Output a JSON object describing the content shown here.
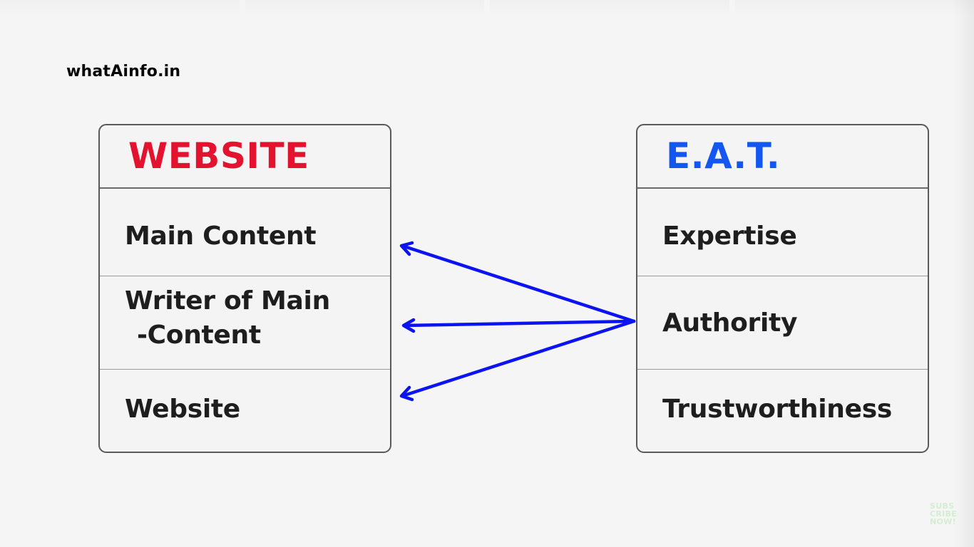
{
  "brand": "whatAinfo.in",
  "website_card": {
    "title": "WEBSITE",
    "rows": [
      {
        "lines": [
          "Main Content"
        ]
      },
      {
        "lines": [
          "Writer of Main",
          "-Content"
        ]
      },
      {
        "lines": [
          "Website"
        ]
      }
    ]
  },
  "eat_card": {
    "title": "E.A.T.",
    "rows": [
      {
        "lines": [
          "Expertise"
        ]
      },
      {
        "lines": [
          "Authority"
        ]
      },
      {
        "lines": [
          "Trustworthiness"
        ]
      }
    ]
  },
  "connectors": [
    {
      "from": "Authority",
      "to": "Main Content"
    },
    {
      "from": "Authority",
      "to": "Writer of Main -Content"
    },
    {
      "from": "Authority",
      "to": "Website"
    }
  ],
  "colors": {
    "website_title": "#e3132f",
    "eat_title": "#1456f0",
    "arrow": "#0b14f0"
  },
  "watermark": {
    "lines": [
      "SUBS",
      "CRIBE",
      "NOW!"
    ]
  }
}
